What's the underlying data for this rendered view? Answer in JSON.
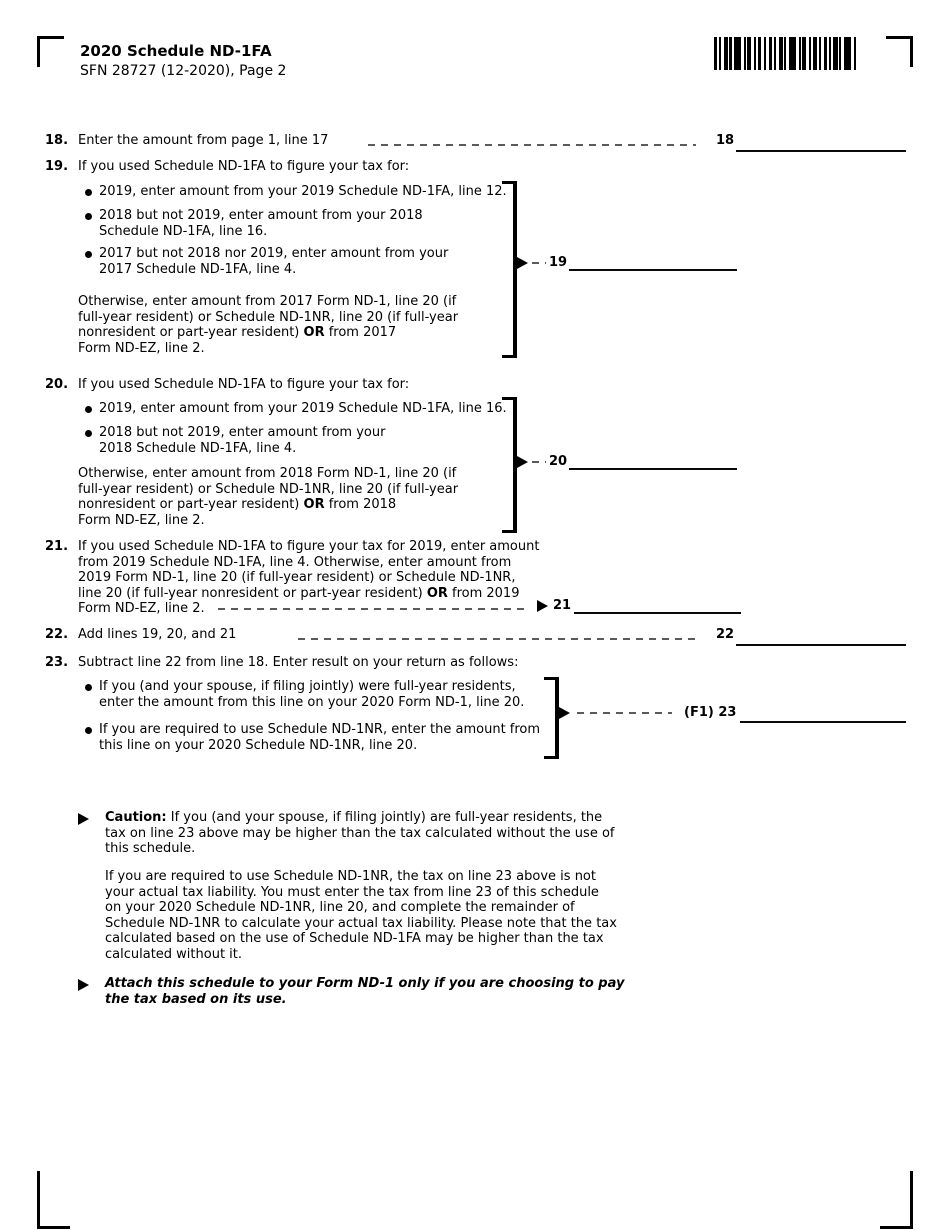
{
  "header": {
    "title": "2020 Schedule ND-1FA",
    "subtitle": "SFN 28727 (12-2020), Page 2"
  },
  "colors": {
    "ink": "#000000",
    "paper": "#ffffff"
  },
  "lines": {
    "l18": {
      "num": "18.",
      "text": "Enter the amount from page 1, line 17",
      "field_label": "18"
    },
    "l19": {
      "num": "19.",
      "intro": "If you used Schedule ND-1FA to figure your tax for:",
      "bullets": [
        "2019, enter amount from your 2019 Schedule ND-1FA, line 12.",
        "2018 but not 2019, enter amount from your 2018\nSchedule ND-1FA, line 16.",
        "2017 but not 2018 nor 2019, enter amount from your\n2017 Schedule ND-1FA, line 4."
      ],
      "otherwise_pre": "Otherwise, enter amount from 2017 Form ND-1, line 20 (if\nfull-year resident) or Schedule ND-1NR, line 20 (if full-year\nnonresident or part-year resident) ",
      "otherwise_bold": "OR",
      "otherwise_post": " from 2017\nForm ND-EZ, line 2.",
      "field_label": "19"
    },
    "l20": {
      "num": "20.",
      "intro": "If you used Schedule ND-1FA to figure your tax for:",
      "bullets": [
        "2019, enter amount from your 2019 Schedule ND-1FA, line 16.",
        "2018 but not 2019, enter amount from your\n2018 Schedule ND-1FA, line 4."
      ],
      "otherwise_pre": "Otherwise, enter amount from 2018 Form ND-1, line 20 (if\nfull-year resident) or Schedule ND-1NR, line 20 (if full-year\nnonresident or part-year resident) ",
      "otherwise_bold": "OR",
      "otherwise_post": " from 2018\nForm ND-EZ, line 2.",
      "field_label": "20"
    },
    "l21": {
      "num": "21.",
      "text_pre": "If you used Schedule ND-1FA to figure your tax for 2019, enter amount\nfrom 2019 Schedule ND-1FA, line 4.  Otherwise, enter amount from\n2019 Form ND-1, line 20 (if full-year resident) or Schedule ND-1NR,\nline 20 (if full-year nonresident or part-year resident) ",
      "text_bold": "OR",
      "text_post": " from 2019\nForm ND-EZ, line 2.",
      "field_label": "21"
    },
    "l22": {
      "num": "22.",
      "text": "Add lines 19, 20, and 21",
      "field_label": "22"
    },
    "l23": {
      "num": "23.",
      "intro": "Subtract line 22 from line 18.  Enter result on your return as follows:",
      "bullets": [
        "If you (and your spouse, if filing jointly) were full-year residents,\nenter the amount from this line on your 2020 Form ND-1, line 20.",
        "If you are required to use Schedule ND-1NR, enter the amount from\nthis line on your 2020 Schedule ND-1NR, line 20."
      ],
      "field_label": "(F1) 23"
    }
  },
  "notes": {
    "caution_lead": "Caution:",
    "caution_text": " If you (and your spouse, if filing jointly) are full-year residents, the\ntax on line 23 above may be higher than the tax calculated without the use of\nthis schedule.",
    "caution_para2": "If you are required to use Schedule ND-1NR, the tax on line 23 above is not\nyour actual tax liability.  You must enter the tax from line 23 of this schedule\non your 2020 Schedule ND-1NR, line 20, and complete the remainder of\nSchedule ND-1NR to calculate your actual tax liability.  Please note that the tax\ncalculated based on the use of Schedule ND-1FA may be higher than the tax\ncalculated without it.",
    "attach": "Attach this schedule to your Form ND-1 only if you are choosing to pay\nthe tax based on its use."
  }
}
